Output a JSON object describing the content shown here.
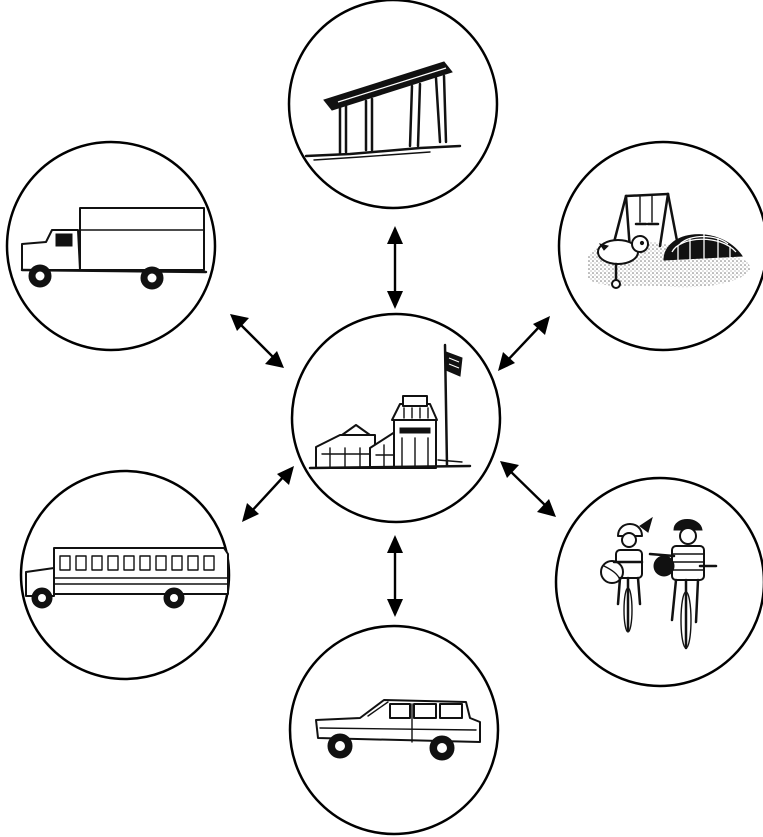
{
  "diagram": {
    "hub": {
      "name": "school-building",
      "icon": "school-building-with-flag"
    },
    "spokes": [
      {
        "name": "covered-walkway",
        "icon": "covered-walkway-shelter",
        "position": "top"
      },
      {
        "name": "playground",
        "icon": "playground-swings-dome-climber",
        "position": "upper-right"
      },
      {
        "name": "children-on-bicycles",
        "icon": "children-riding-bicycles",
        "position": "lower-right"
      },
      {
        "name": "passenger-vehicle",
        "icon": "sport-utility-vehicle",
        "position": "bottom"
      },
      {
        "name": "school-bus",
        "icon": "school-bus",
        "position": "lower-left"
      },
      {
        "name": "delivery-truck",
        "icon": "box-truck",
        "position": "upper-left"
      }
    ],
    "connector": "double-headed-arrow",
    "colors": {
      "line": "#000000",
      "background": "#ffffff",
      "ground-shading": "#c8c8c8"
    }
  }
}
